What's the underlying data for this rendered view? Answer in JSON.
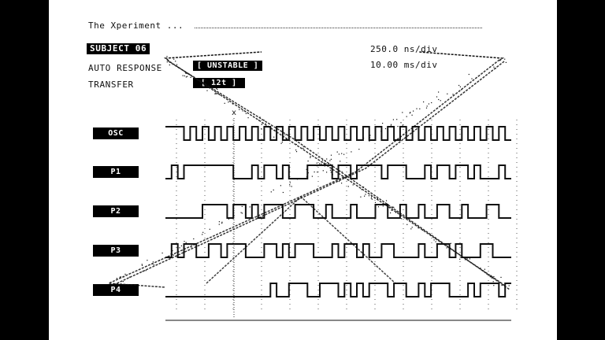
{
  "header": {
    "title": "The Xperiment ...",
    "subject": "SUBJECT 06",
    "auto_response_label": "AUTO RESPONSE",
    "auto_response_value": "[ UNSTABLE ]",
    "transfer_label": "TRANSFER",
    "transfer_value": "[ 12t ]"
  },
  "readouts": {
    "timebase": "250.0 ns/div",
    "voltage": "10.00 ms/div"
  },
  "cursor_marker": "x",
  "channels": [
    {
      "label": "OSC",
      "pattern": "11101010101010101010101010101010101010101010101010101010"
    },
    {
      "label": "P1",
      "pattern": "01011111111000101101000111101101111011100010110110100010"
    },
    {
      "label": "P2",
      "pattern": "00000011110110101110011100100010001100100100110010001100"
    },
    {
      "label": "P3",
      "pattern": "01011001101110001101011100010110100110000100110100011000"
    },
    {
      "label": "P4",
      "pattern": "00000000000000000100111001110101011101100101110001011101"
    }
  ],
  "colors": {
    "ink": "#111111",
    "paper": "#ffffff",
    "frame": "#000000"
  }
}
